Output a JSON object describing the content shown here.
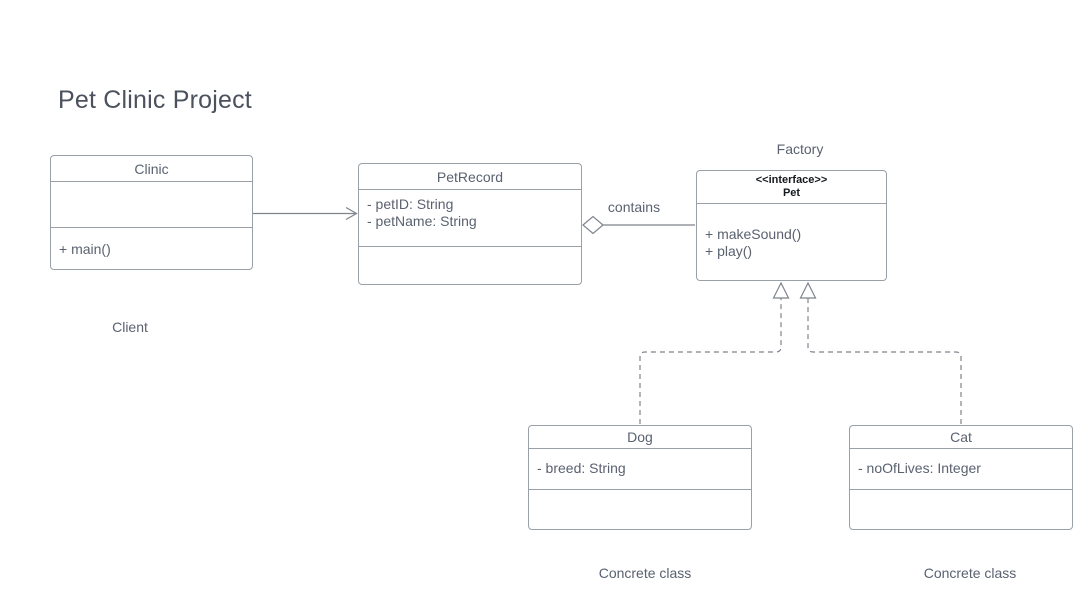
{
  "diagram": {
    "title": "Pet Clinic Project"
  },
  "colors": {
    "background": "#ffffff",
    "box_border": "#9aa0a7",
    "box_text": "#5a6270",
    "title_text": "#4b525d",
    "connector": "#7e848c",
    "interface_header_text": "#16191d"
  },
  "classes": {
    "clinic": {
      "name": "Clinic",
      "attributes": [],
      "methods": [
        "+ main()"
      ]
    },
    "petrecord": {
      "name": "PetRecord",
      "attributes": [
        "- petID: String",
        "- petName: String"
      ],
      "methods": []
    },
    "pet": {
      "stereotype": "<<interface>>",
      "name": "Pet",
      "methods": [
        "+ makeSound()",
        "+ play()"
      ]
    },
    "dog": {
      "name": "Dog",
      "attributes": [
        "- breed: String"
      ],
      "methods": []
    },
    "cat": {
      "name": "Cat",
      "attributes": [
        "- noOfLives: Integer"
      ],
      "methods": []
    }
  },
  "edges": {
    "clinic_to_petrecord": {
      "type": "directed-association",
      "label": ""
    },
    "petrecord_to_pet": {
      "type": "aggregation",
      "label": "contains"
    },
    "dog_to_pet": {
      "type": "realization",
      "label": ""
    },
    "cat_to_pet": {
      "type": "realization",
      "label": ""
    }
  },
  "annotations": {
    "client": "Client",
    "factory": "Factory",
    "dog_note": "Concrete class",
    "cat_note": "Concrete class"
  }
}
